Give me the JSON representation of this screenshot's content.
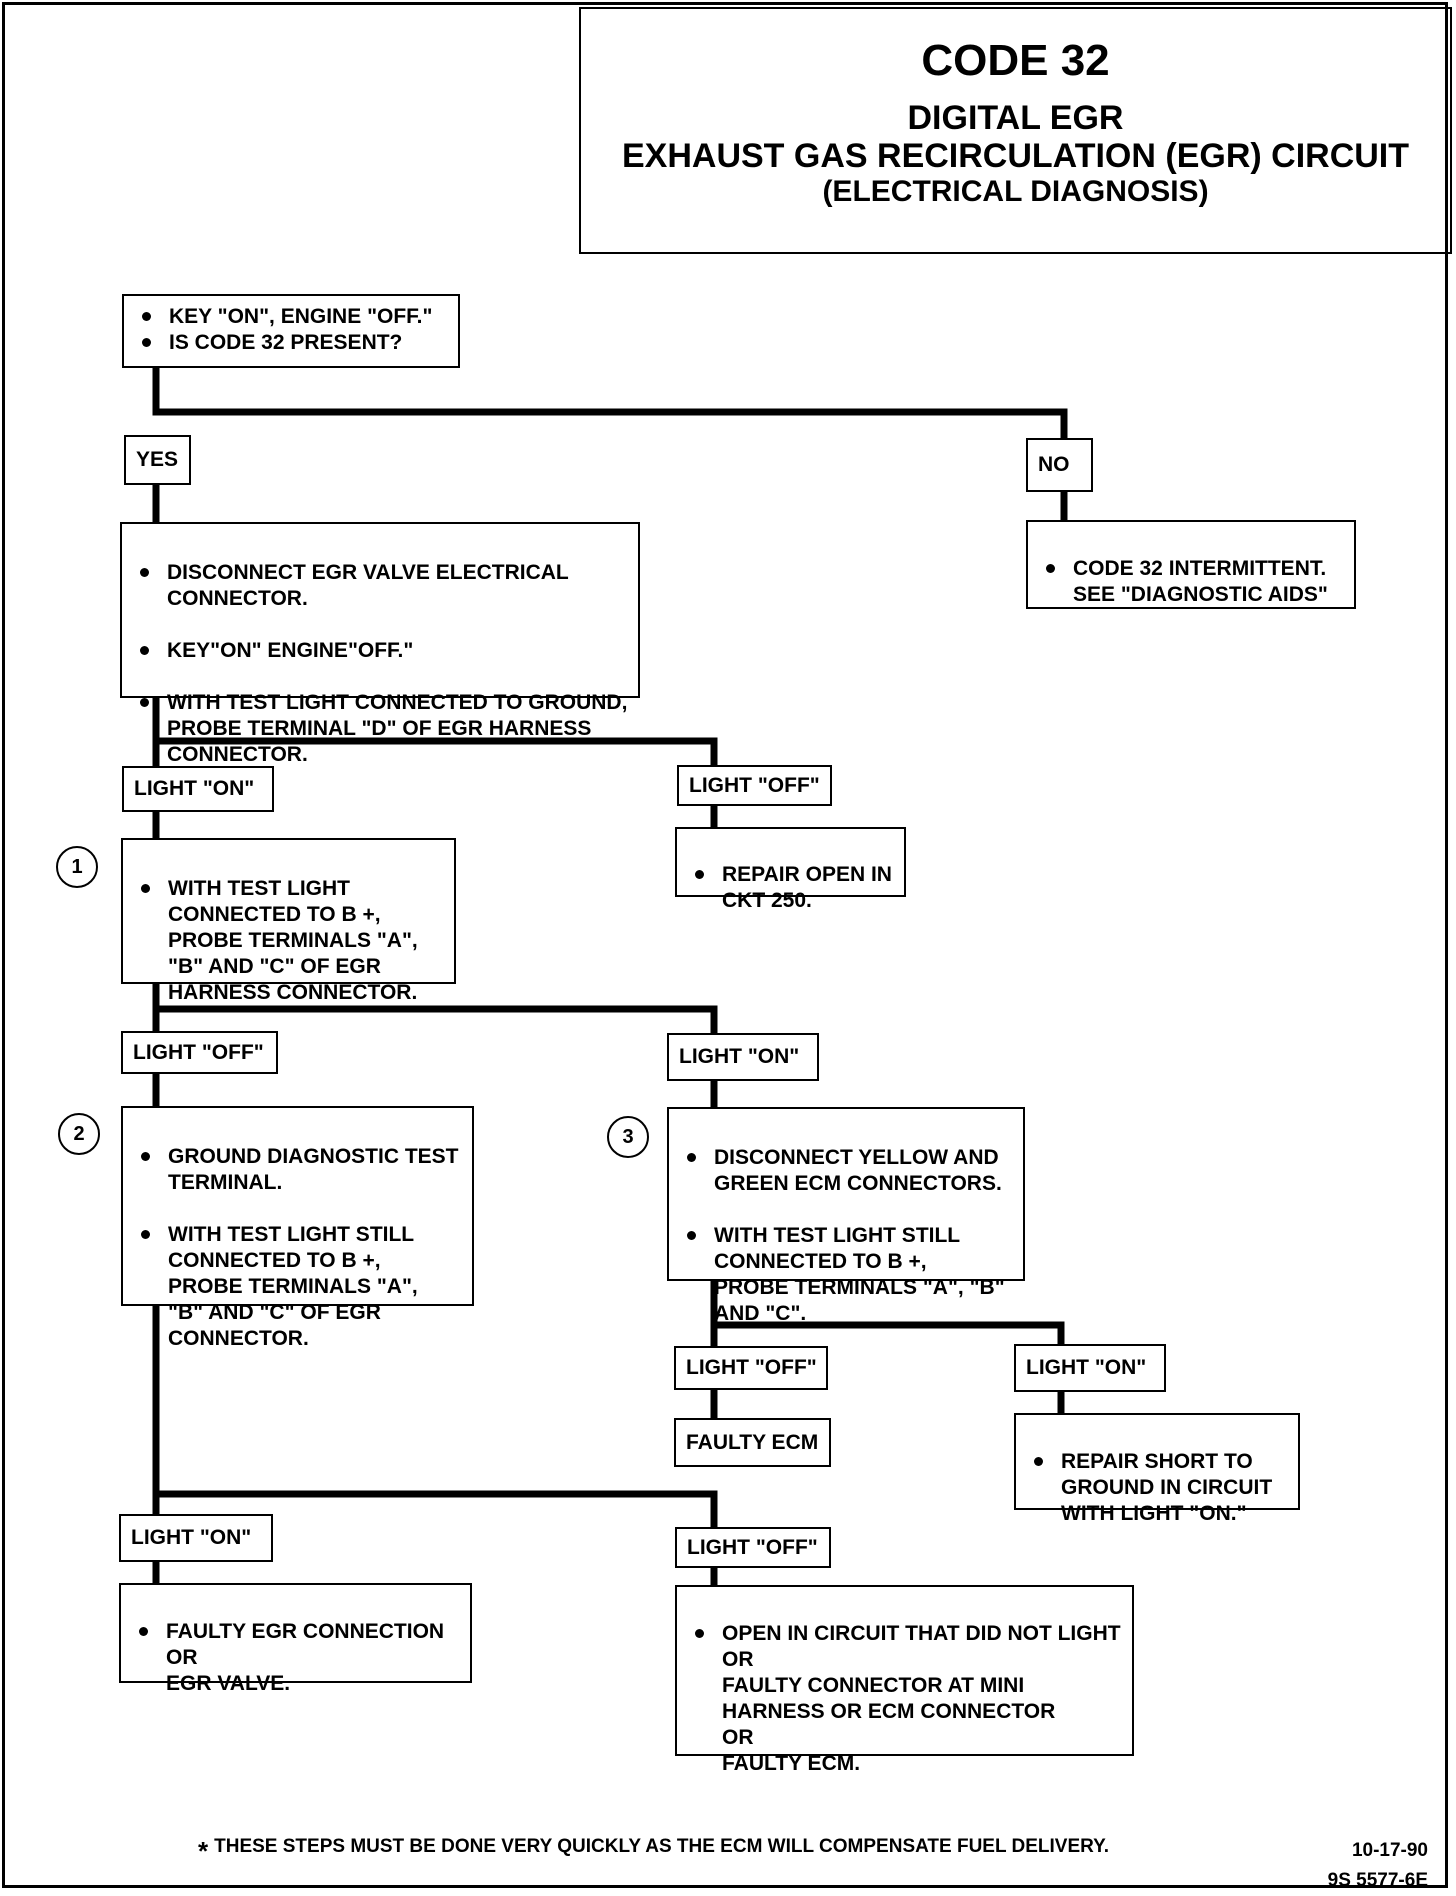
{
  "title": {
    "code": "CODE 32",
    "line1": "DIGITAL EGR",
    "line2": "EXHAUST GAS RECIRCULATION (EGR) CIRCUIT",
    "line3": "(ELECTRICAL DIAGNOSIS)"
  },
  "start_box": {
    "items": [
      "KEY \"ON\", ENGINE \"OFF.\"",
      "IS CODE 32 PRESENT?"
    ]
  },
  "yes_label": "YES",
  "no_label": "NO",
  "no_box": {
    "items": [
      "CODE 32 INTERMITTENT.\nSEE \"DIAGNOSTIC AIDS\""
    ]
  },
  "yes_box": {
    "items": [
      "DISCONNECT EGR VALVE ELECTRICAL\nCONNECTOR.",
      "KEY\"ON\" ENGINE\"OFF.\"",
      "WITH TEST LIGHT CONNECTED TO GROUND,\nPROBE TERMINAL \"D\" OF EGR HARNESS\nCONNECTOR."
    ]
  },
  "light_on_1": "LIGHT \"ON\"",
  "light_off_1": "LIGHT \"OFF\"",
  "repair_open_box": {
    "items": [
      "REPAIR OPEN IN\nCKT 250."
    ]
  },
  "step1_number": "1",
  "step1_box": {
    "items": [
      "WITH TEST LIGHT\nCONNECTED TO B +,\nPROBE TERMINALS \"A\",\n\"B\" AND \"C\" OF EGR\nHARNESS CONNECTOR."
    ]
  },
  "light_off_2": "LIGHT \"OFF\"",
  "light_on_2": "LIGHT \"ON\"",
  "step2_number": "2",
  "step2_box": {
    "items": [
      "GROUND DIAGNOSTIC TEST\nTERMINAL.",
      "WITH TEST LIGHT STILL\nCONNECTED TO B +,\nPROBE TERMINALS \"A\",\n\"B\" AND \"C\" OF EGR\nCONNECTOR."
    ]
  },
  "step3_number": "3",
  "step3_box": {
    "items": [
      "DISCONNECT YELLOW AND\nGREEN ECM CONNECTORS.",
      "WITH TEST LIGHT STILL\nCONNECTED TO B +,\nPROBE TERMINALS \"A\", \"B\"\nAND \"C\"."
    ]
  },
  "light_off_3": "LIGHT \"OFF\"",
  "light_on_3": "LIGHT \"ON\"",
  "faulty_ecm": "FAULTY ECM",
  "repair_short_box": {
    "items": [
      "REPAIR SHORT TO\nGROUND IN CIRCUIT\nWITH LIGHT \"ON.\""
    ]
  },
  "light_on_4": "LIGHT \"ON\"",
  "light_off_4": "LIGHT \"OFF\"",
  "faulty_egr_box": {
    "items": [
      "FAULTY EGR CONNECTION\nOR\nEGR  VALVE."
    ]
  },
  "open_circuit_box": {
    "items": [
      "OPEN IN CIRCUIT THAT DID NOT LIGHT\nOR\nFAULTY CONNECTOR AT MINI\nHARNESS OR ECM CONNECTOR\nOR\nFAULTY ECM."
    ]
  },
  "footnote": {
    "star": "*",
    "text": "THESE STEPS MUST BE DONE VERY QUICKLY AS THE ECM WILL COMPENSATE FUEL DELIVERY."
  },
  "date": "10-17-90",
  "doc_code": "9S 5577-6E"
}
